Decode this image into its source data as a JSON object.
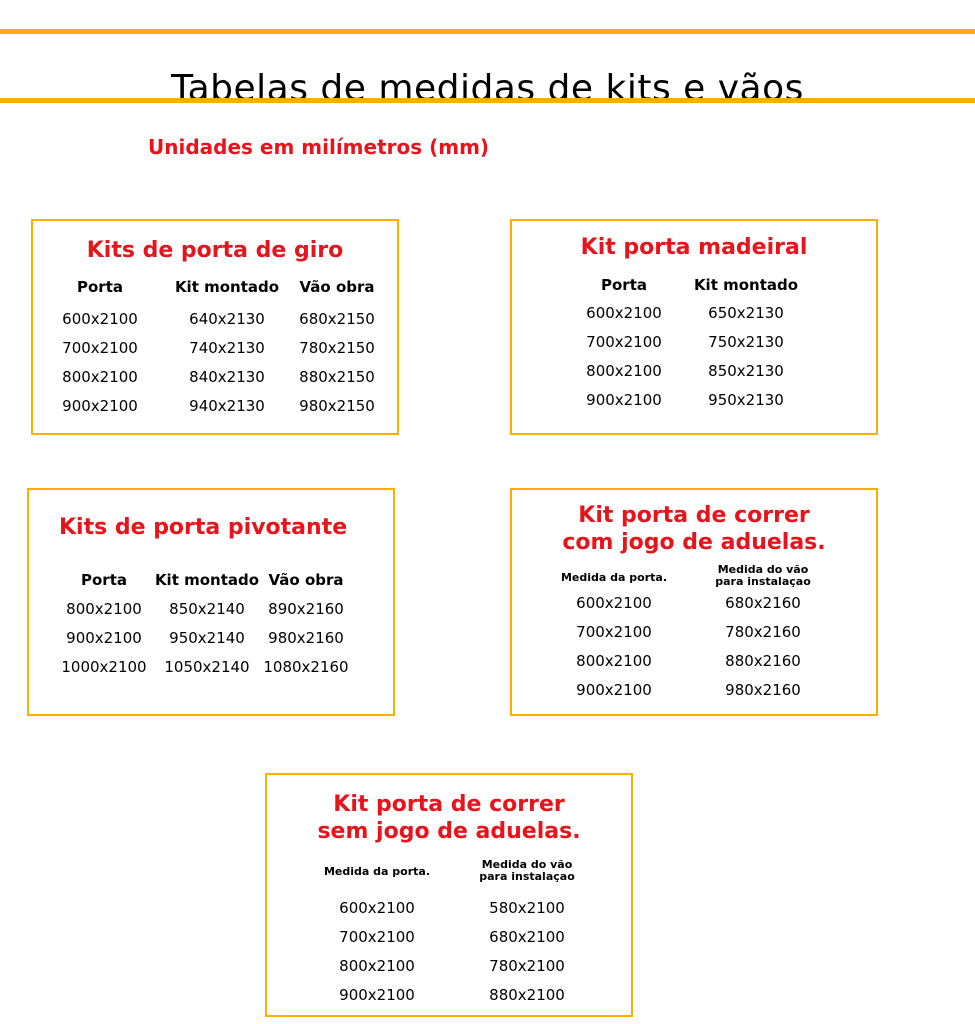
{
  "header": {
    "title": "Tabelas de medidas de kits e vãos",
    "accent_color": "#FFAE00",
    "title_accent_color": "#E8141B"
  },
  "units_note": "Unidades em milímetros (mm)",
  "tables": {
    "giro": {
      "title": "Kits de porta de giro",
      "headers": [
        "Porta",
        "Kit montado",
        "Vão obra"
      ],
      "columns": [
        [
          "600x2100",
          "700x2100",
          "800x2100",
          "900x2100"
        ],
        [
          "640x2130",
          "740x2130",
          "840x2130",
          "940x2130"
        ],
        [
          "680x2150",
          "780x2150",
          "880x2150",
          "980x2150"
        ]
      ]
    },
    "madeiral": {
      "title": "Kit porta madeiral",
      "headers": [
        "Porta",
        "Kit montado"
      ],
      "columns": [
        [
          "600x2100",
          "700x2100",
          "800x2100",
          "900x2100"
        ],
        [
          "650x2130",
          "750x2130",
          "850x2130",
          "950x2130"
        ]
      ]
    },
    "pivotante": {
      "title": "Kits de porta pivotante",
      "headers": [
        "Porta",
        "Kit montado",
        "Vão obra"
      ],
      "columns": [
        [
          "800x2100",
          "900x2100",
          "1000x2100"
        ],
        [
          "850x2140",
          "950x2140",
          "1050x2140"
        ],
        [
          "890x2160",
          "980x2160",
          "1080x2160"
        ]
      ]
    },
    "correr_com": {
      "title_line1": "Kit porta de correr",
      "title_line2": "com jogo de aduelas.",
      "headers": [
        "Medida da porta.",
        "Medida do vão para instalaçao"
      ],
      "columns": [
        [
          "600x2100",
          "700x2100",
          "800x2100",
          "900x2100"
        ],
        [
          "680x2160",
          "780x2160",
          "880x2160",
          "980x2160"
        ]
      ]
    },
    "correr_sem": {
      "title_line1": "Kit porta de correr",
      "title_line2": "sem jogo de aduelas.",
      "headers": [
        "Medida da porta.",
        "Medida do vão para instalaçao"
      ],
      "columns": [
        [
          "600x2100",
          "700x2100",
          "800x2100",
          "900x2100"
        ],
        [
          "580x2100",
          "680x2100",
          "780x2100",
          "880x2100"
        ]
      ]
    }
  }
}
